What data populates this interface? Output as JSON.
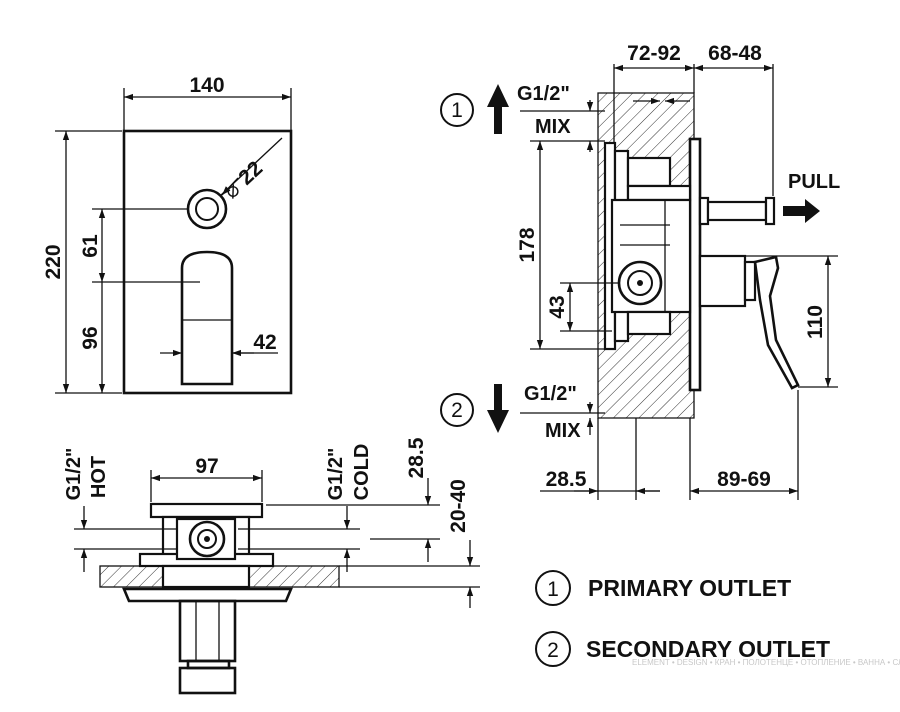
{
  "front_view": {
    "width": "140",
    "height": "220",
    "knob_diameter": "22",
    "knob_symbol": "⌀",
    "knob_offset": "61",
    "lever_offset": "96",
    "lever_width": "42"
  },
  "bottom_view": {
    "body_width": "97",
    "left_label_size": "G1/2\"",
    "left_label_name": "HOT",
    "right_label_size": "G1/2\"",
    "right_label_name": "COLD",
    "inlet_offset": "28.5",
    "wall_depth": "20-40"
  },
  "side_view": {
    "depth_range_1": "72-92",
    "depth_range_2": "68-48",
    "outlet_1_size": "G1/2\"",
    "outlet_1_label": "MIX",
    "outlet_2_size": "G1/2\"",
    "outlet_2_label": "MIX",
    "pull_label": "PULL",
    "outlet_spacing": "178",
    "center_offset": "43",
    "lever_height": "110",
    "rear_offset": "28.5",
    "projection": "89-69"
  },
  "legend": [
    {
      "number": "1",
      "label": "PRIMARY OUTLET"
    },
    {
      "number": "2",
      "label": "SECONDARY OUTLET"
    }
  ],
  "watermark": "ELEMENT • DESIGN • КРАН • ПОЛОТЕНЦЕ • ОТОПЛЕНИЕ • ВАННА • СЛИВ"
}
